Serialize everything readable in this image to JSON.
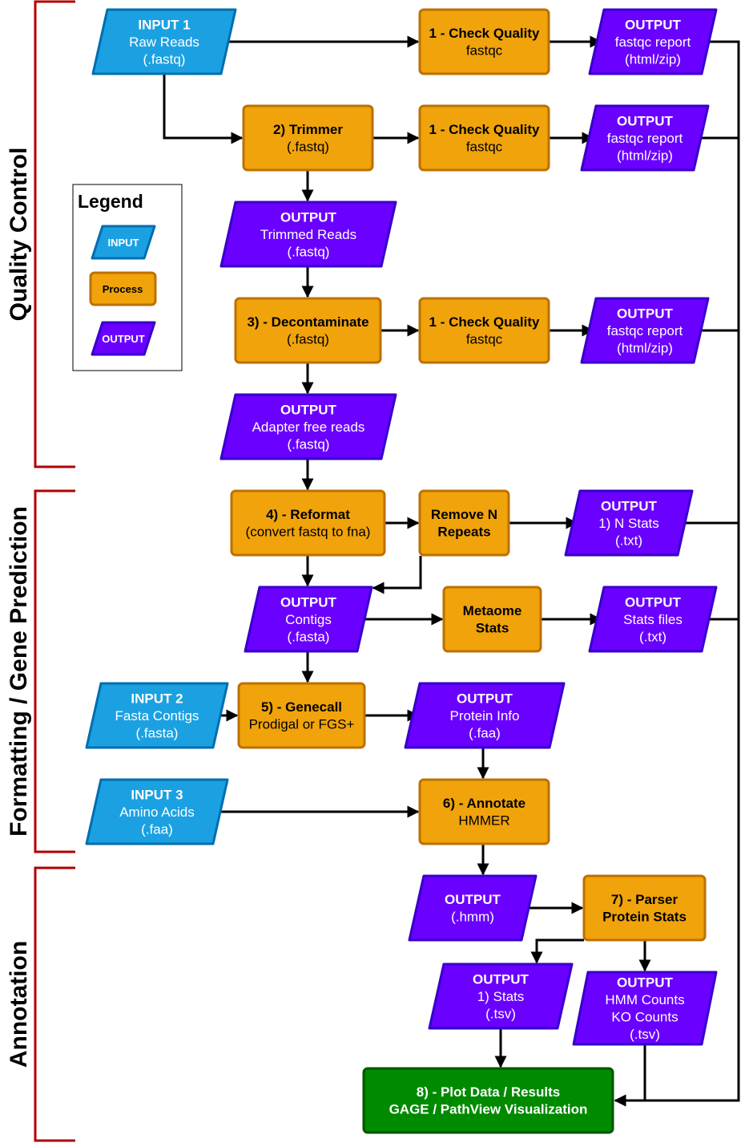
{
  "sections": {
    "quality_control": "Quality Control",
    "formatting": "Formatting / Gene Prediction",
    "annotation": "Annotation"
  },
  "legend": {
    "title": "Legend",
    "input": "INPUT",
    "process": "Process",
    "output": "OUTPUT"
  },
  "colors": {
    "input": "#1ba1e2",
    "input_stroke": "#006eaf",
    "process": "#f0a30a",
    "process_stroke": "#bd7000",
    "output": "#6a00ff",
    "output_stroke": "#3700cc",
    "final": "#008a00",
    "final_stroke": "#005700",
    "section_bracket": "#b20000"
  },
  "nodes": {
    "input1": [
      "INPUT 1",
      "Raw Reads",
      "(.fastq)"
    ],
    "cq1": [
      "1 - Check Quality",
      "fastqc"
    ],
    "out_fastqc1": [
      "OUTPUT",
      "fastqc report",
      "(html/zip)"
    ],
    "trimmer": [
      "2) Trimmer",
      "(.fastq)"
    ],
    "cq2": [
      "1 - Check Quality",
      "fastqc"
    ],
    "out_fastqc2": [
      "OUTPUT",
      "fastqc report",
      "(html/zip)"
    ],
    "out_trimmed": [
      "OUTPUT",
      "Trimmed Reads",
      "(.fastq)"
    ],
    "decontam": [
      "3) - Decontaminate",
      "(.fastq)"
    ],
    "cq3": [
      "1 - Check Quality",
      "fastqc"
    ],
    "out_fastqc3": [
      "OUTPUT",
      "fastqc report",
      "(html/zip)"
    ],
    "out_adapter": [
      "OUTPUT",
      "Adapter free reads",
      "(.fastq)"
    ],
    "reformat": [
      "4) - Reformat",
      "(convert fastq to fna)"
    ],
    "remove_n": [
      "Remove N",
      "Repeats"
    ],
    "out_nstats": [
      "OUTPUT",
      "1) N Stats",
      "(.txt)"
    ],
    "out_contigs": [
      "OUTPUT",
      "Contigs",
      "(.fasta)"
    ],
    "metaome": [
      "Metaome",
      "Stats"
    ],
    "out_statsfiles": [
      "OUTPUT",
      "Stats files",
      "(.txt)"
    ],
    "input2": [
      "INPUT 2",
      "Fasta Contigs",
      "(.fasta)"
    ],
    "genecall": [
      "5) - Genecall",
      "Prodigal or FGS+"
    ],
    "out_protein": [
      "OUTPUT",
      "Protein Info",
      "(.faa)"
    ],
    "input3": [
      "INPUT 3",
      "Amino Acids",
      "(.faa)"
    ],
    "annotate": [
      "6) - Annotate",
      "HMMER"
    ],
    "out_hmm": [
      "OUTPUT",
      "(.hmm)"
    ],
    "parser": [
      "7) - Parser",
      "Protein Stats"
    ],
    "out_stats": [
      "OUTPUT",
      "1) Stats",
      "(.tsv)"
    ],
    "out_counts": [
      "OUTPUT",
      "HMM Counts",
      "KO Counts",
      "(.tsv)"
    ],
    "plot": [
      "8) - Plot Data / Results",
      "GAGE / PathView Visualization"
    ]
  }
}
